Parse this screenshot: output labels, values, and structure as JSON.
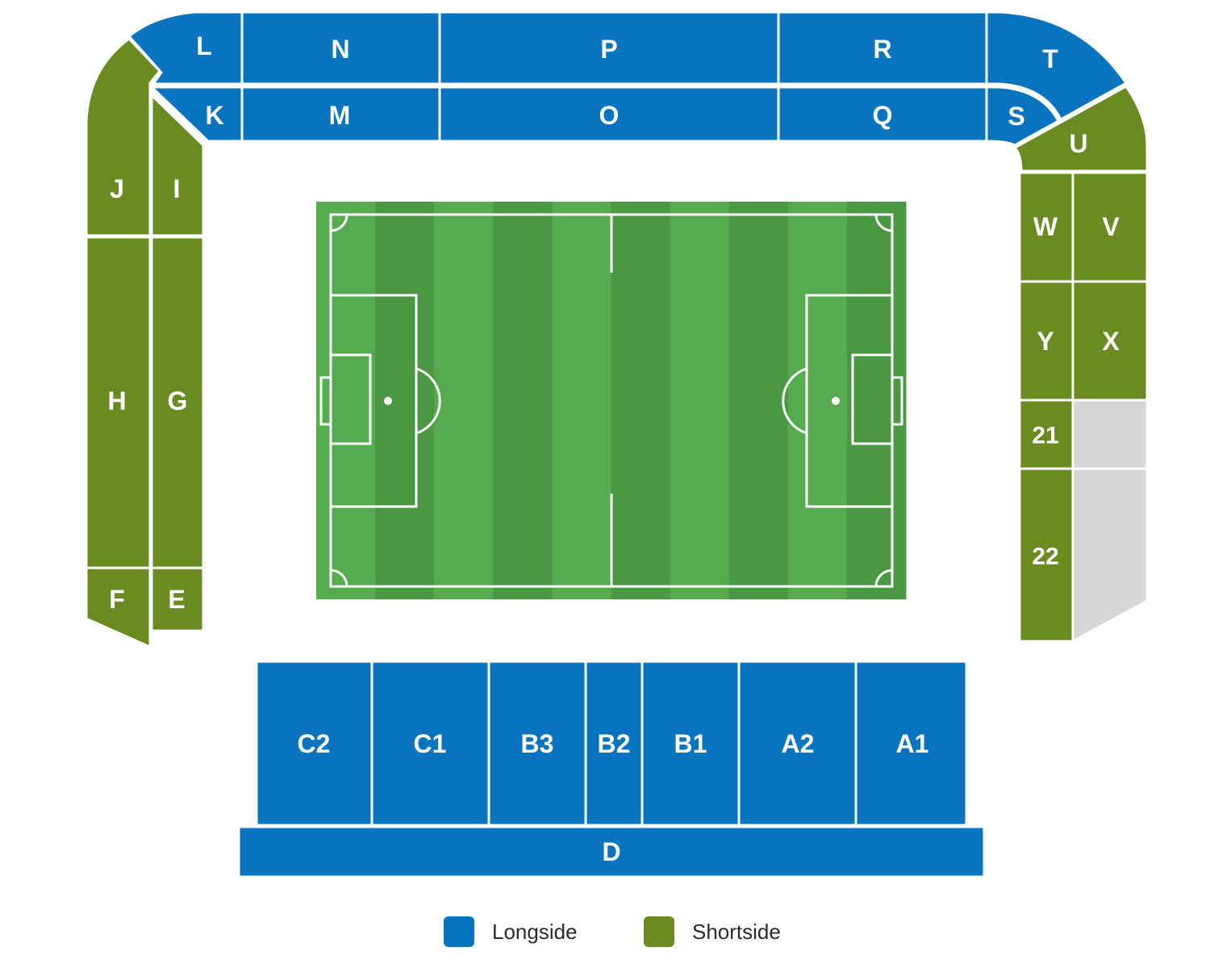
{
  "colors": {
    "longside": "#0873BE",
    "shortside": "#6A8B22",
    "unavailable": "#D7D7D7",
    "pitch_light": "#56AB4E",
    "pitch_dark": "#4A9843"
  },
  "sections": {
    "L": "L",
    "N": "N",
    "P": "P",
    "R": "R",
    "T": "T",
    "K": "K",
    "M": "M",
    "O": "O",
    "Q": "Q",
    "S": "S",
    "U": "U",
    "J": "J",
    "I": "I",
    "H": "H",
    "G": "G",
    "F": "F",
    "E": "E",
    "W": "W",
    "V": "V",
    "Y": "Y",
    "X": "X",
    "s21": "21",
    "s22": "22",
    "C2": "C2",
    "C1": "C1",
    "B3": "B3",
    "B2": "B2",
    "B1": "B1",
    "A2": "A2",
    "A1": "A1",
    "D": "D"
  },
  "legend": {
    "longside": {
      "label": "Longside",
      "color": "#0873BE"
    },
    "shortside": {
      "label": "Shortside",
      "color": "#6A8B22"
    }
  }
}
